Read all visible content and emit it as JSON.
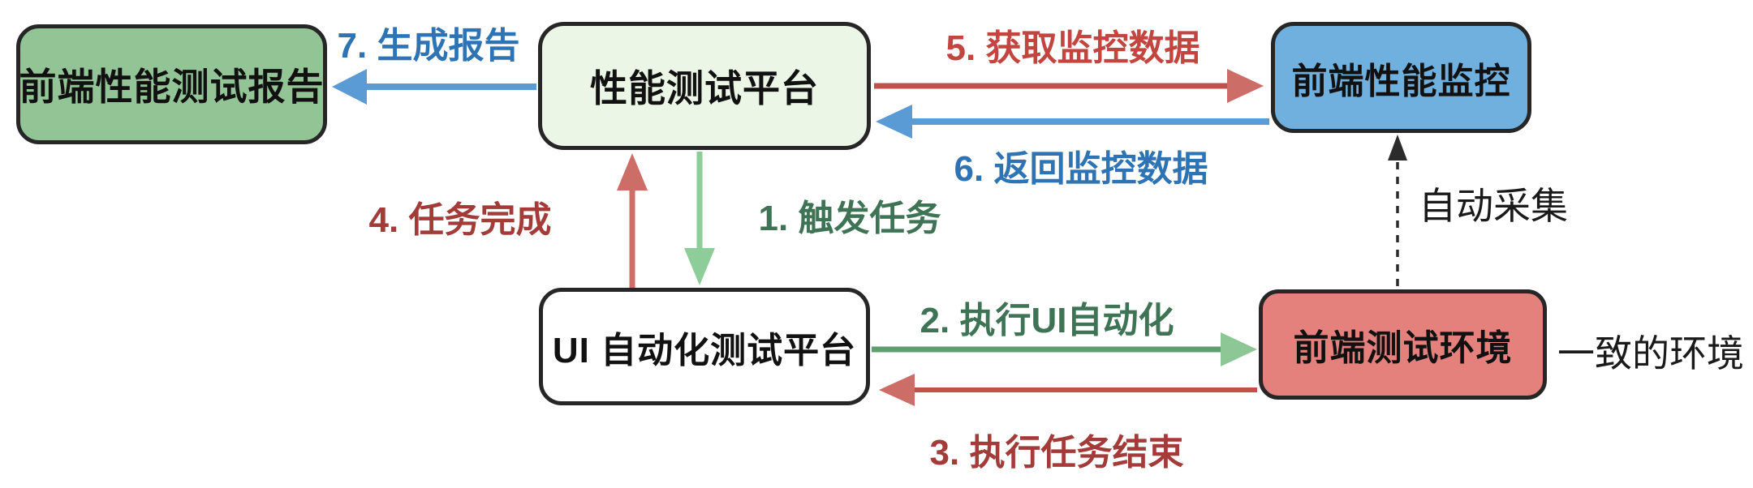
{
  "diagram": {
    "description_nodes": "performance testing flow diagram",
    "background": "#ffffff"
  },
  "nodes": {
    "report": {
      "label": "前端性能测试报告",
      "fill": "#92c495",
      "border": "#262626"
    },
    "platform": {
      "label": "性能测试平台",
      "fill": "#ebf6e6",
      "border": "#262626"
    },
    "monitor": {
      "label": "前端性能监控",
      "fill": "#6fb0de",
      "border": "#262626"
    },
    "ui": {
      "label": "UI 自动化测试平台",
      "fill": "#ffffff",
      "border": "#262626"
    },
    "env": {
      "label": "前端测试环境",
      "fill": "#e5817d",
      "border": "#262626"
    }
  },
  "edges": {
    "trigger_task": {
      "label": "1. 触发任务",
      "from": "platform",
      "to": "ui",
      "color": "#8ccd99",
      "head_color": "#8ccd99",
      "label_color": "#3f7355",
      "style": "solid"
    },
    "run_ui_automation": {
      "label": "2. 执行UI自动化",
      "from": "ui",
      "to": "env",
      "color": "#5f9e6f",
      "head_color": "#8cc795",
      "label_color": "#3f7355",
      "style": "solid"
    },
    "task_end": {
      "label": "3. 执行任务结束",
      "from": "env",
      "to": "ui",
      "color": "#bf504c",
      "head_color": "#cd6d68",
      "label_color": "#a33c38",
      "style": "solid"
    },
    "task_complete": {
      "label": "4. 任务完成",
      "from": "ui",
      "to": "platform",
      "color": "#cd6d68",
      "head_color": "#cd6d68",
      "label_color": "#a33c38",
      "style": "solid"
    },
    "fetch_monitor_data": {
      "label": "5. 获取监控数据",
      "from": "platform",
      "to": "monitor",
      "color": "#bf504c",
      "head_color": "#cd6d68",
      "label_color": "#c4453f",
      "style": "solid"
    },
    "return_monitor_data": {
      "label": "6. 返回监控数据",
      "from": "monitor",
      "to": "platform",
      "color": "#5b9bd5",
      "head_color": "#5b9bd5",
      "label_color": "#2e74b5",
      "style": "solid"
    },
    "generate_report": {
      "label": "7. 生成报告",
      "from": "platform",
      "to": "report",
      "color": "#5b9bd5",
      "head_color": "#5b9bd5",
      "label_color": "#2e74b5",
      "style": "solid"
    },
    "auto_collect": {
      "label": "自动采集",
      "from": "env",
      "to": "monitor",
      "color": "#2b2b2b",
      "head_color": "#2b2b2b",
      "label_color": "#1a1a1a",
      "style": "dashed"
    }
  },
  "annotations": {
    "consistent_env": {
      "label": "一致的环境",
      "color": "#1a1a1a"
    }
  }
}
